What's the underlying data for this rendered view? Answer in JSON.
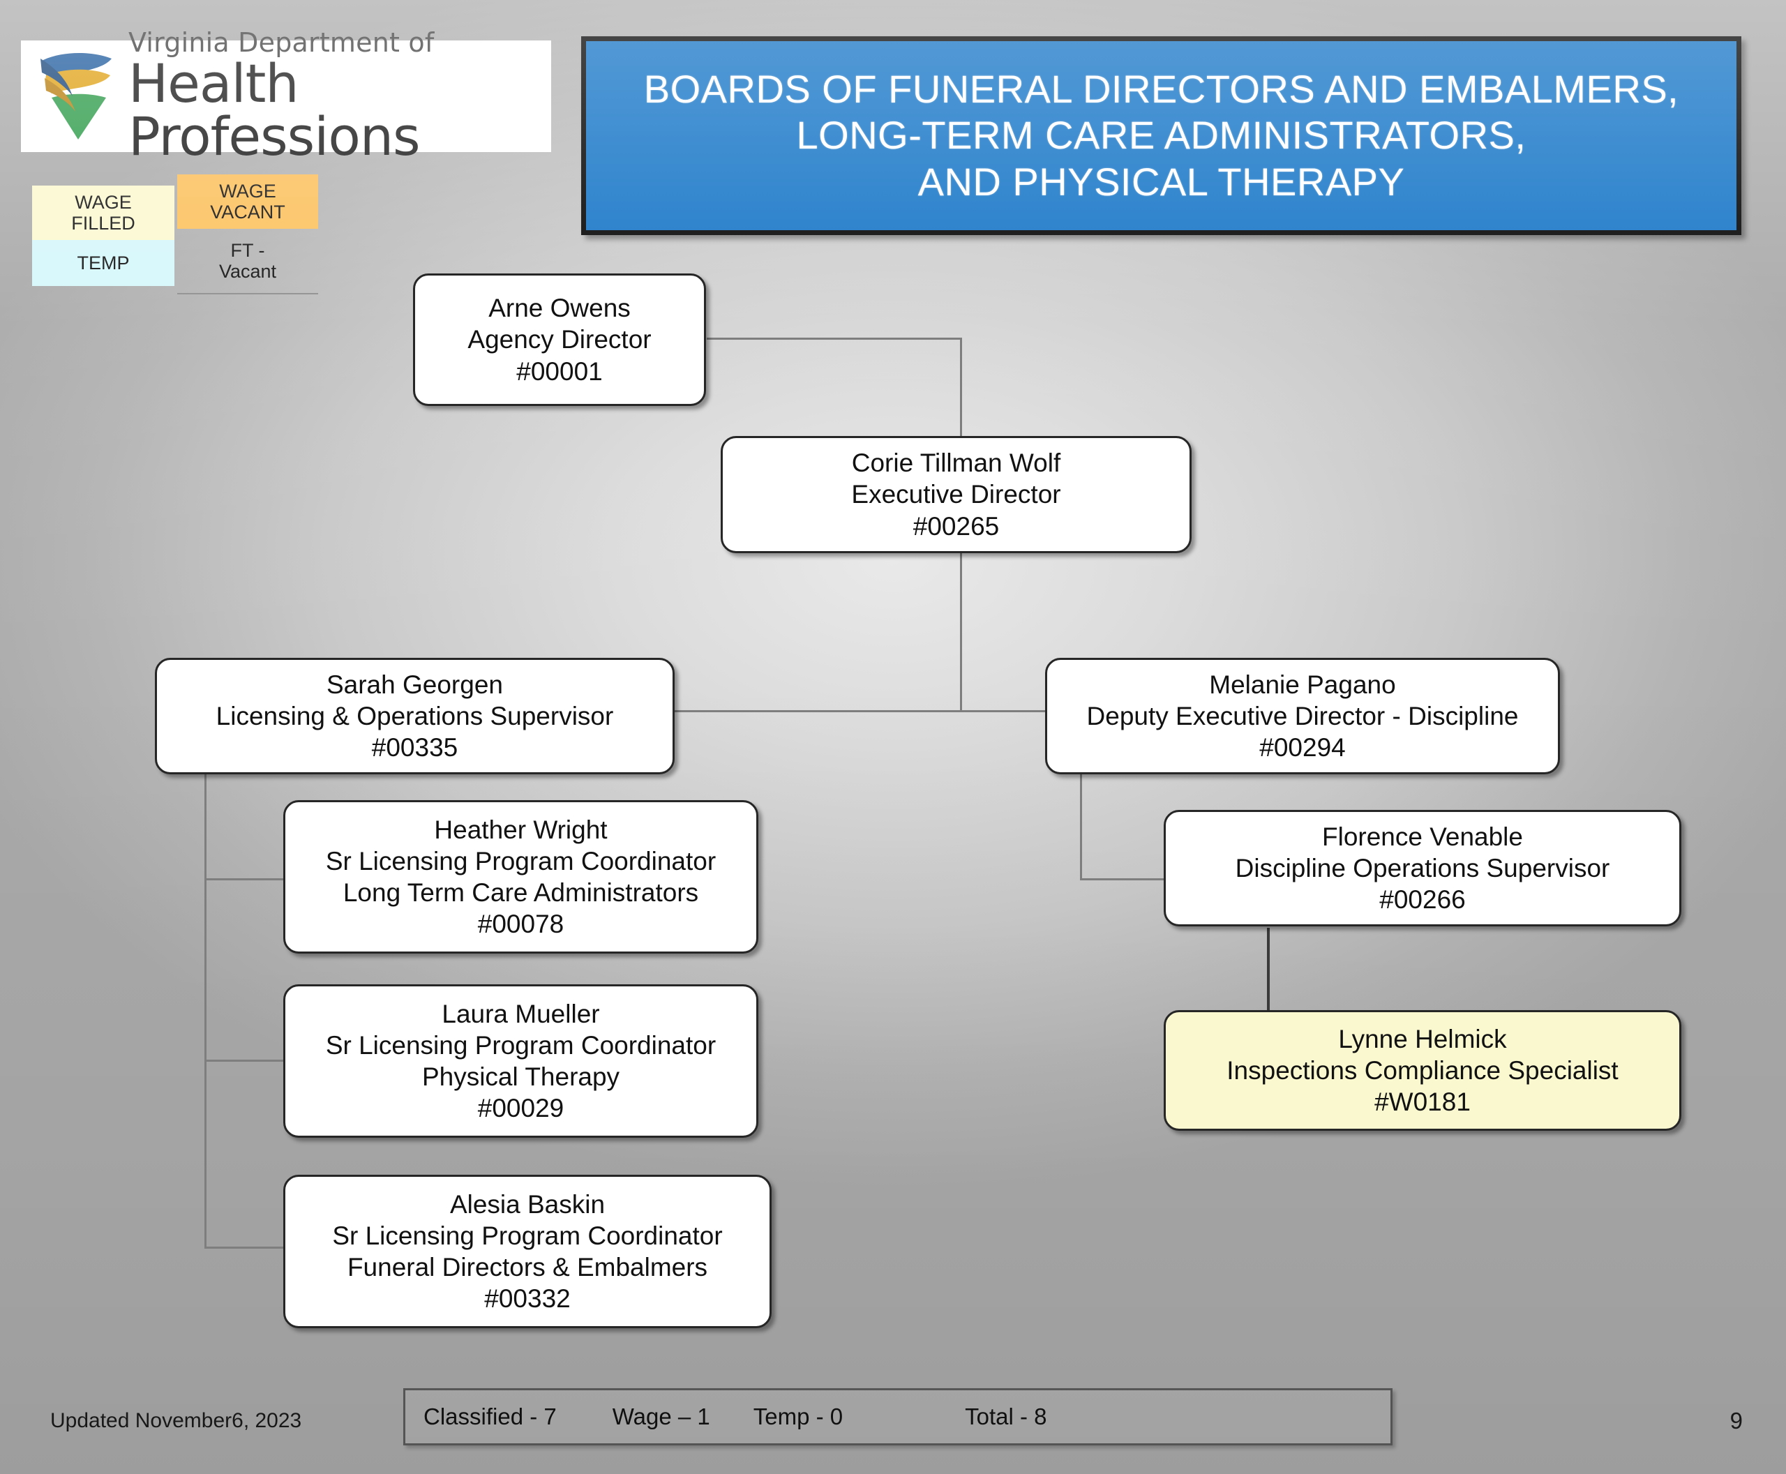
{
  "header": {
    "logo": {
      "line1": "Virginia Department of",
      "line2": "Health Professions",
      "icon": "vdhp-shield-logo"
    },
    "title_lines": [
      "BOARDS OF FUNERAL DIRECTORS AND EMBALMERS,",
      "LONG-TERM CARE ADMINISTRATORS,",
      "AND PHYSICAL THERAPY"
    ],
    "title_bg": "#1273C6",
    "title_color": "#FFFFFF"
  },
  "legend": {
    "items": [
      {
        "label": "WAGE\nFILLED",
        "label_l1": "WAGE",
        "label_l2": "FILLED",
        "color": "#FCF8D0"
      },
      {
        "label": "TEMP",
        "label_l1": "TEMP",
        "label_l2": "",
        "color": "#D5F7FB"
      },
      {
        "label": "WAGE\nVACANT",
        "label_l1": "WAGE",
        "label_l2": "VACANT",
        "color": "#FBC05B"
      },
      {
        "label": "FT -\nVacant",
        "label_l1": "FT -",
        "label_l2": "Vacant",
        "color": "#BFBFBF"
      }
    ]
  },
  "chart_data": {
    "type": "org-chart",
    "nodes": [
      {
        "id": "n1",
        "name": "Arne Owens",
        "title": "Agency Director",
        "sub": "",
        "number": "#00001",
        "status": "classified-filled"
      },
      {
        "id": "n2",
        "name": "Corie Tillman Wolf",
        "title": "Executive Director",
        "sub": "",
        "number": "#00265",
        "status": "classified-filled"
      },
      {
        "id": "n3",
        "name": "Sarah Georgen",
        "title": "Licensing & Operations Supervisor",
        "sub": "",
        "number": "#00335",
        "status": "classified-filled"
      },
      {
        "id": "n4",
        "name": "Melanie Pagano",
        "title": "Deputy Executive Director - Discipline",
        "sub": "",
        "number": "#00294",
        "status": "classified-filled"
      },
      {
        "id": "n5",
        "name": "Heather Wright",
        "title": "Sr Licensing Program Coordinator",
        "sub": "Long Term Care Administrators",
        "number": "#00078",
        "status": "classified-filled"
      },
      {
        "id": "n6",
        "name": "Laura Mueller",
        "title": "Sr Licensing Program Coordinator",
        "sub": "Physical Therapy",
        "number": "#00029",
        "status": "classified-filled"
      },
      {
        "id": "n7",
        "name": "Alesia Baskin",
        "title": "Sr Licensing Program Coordinator",
        "sub": "Funeral Directors & Embalmers",
        "number": "#00332",
        "status": "classified-filled"
      },
      {
        "id": "n8",
        "name": "Florence Venable",
        "title": "Discipline Operations Supervisor",
        "sub": "",
        "number": "#00266",
        "status": "classified-filled"
      },
      {
        "id": "n9",
        "name": "Lynne Helmick",
        "title": "Inspections Compliance Specialist",
        "sub": "",
        "number": "#W0181",
        "status": "wage-filled"
      }
    ],
    "edges": [
      {
        "from": "n1",
        "to": "n2"
      },
      {
        "from": "n2",
        "to": "n3"
      },
      {
        "from": "n2",
        "to": "n4"
      },
      {
        "from": "n3",
        "to": "n5"
      },
      {
        "from": "n3",
        "to": "n6"
      },
      {
        "from": "n3",
        "to": "n7"
      },
      {
        "from": "n4",
        "to": "n8"
      },
      {
        "from": "n8",
        "to": "n9"
      }
    ]
  },
  "footer": {
    "updated": "Updated November6, 2023",
    "summary": {
      "classified": "Classified - 7",
      "wage": "Wage – 1",
      "temp": "Temp - 0",
      "total": "Total - 8"
    },
    "page_number": "9"
  }
}
